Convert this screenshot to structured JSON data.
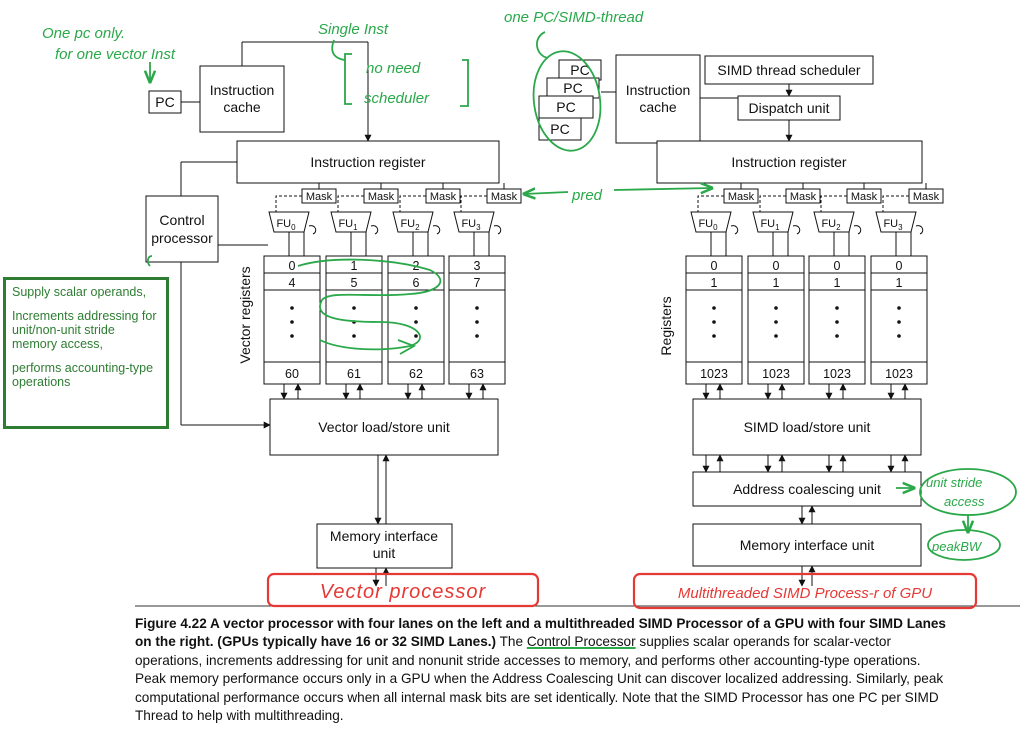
{
  "left": {
    "pc": "PC",
    "instruction_cache": [
      "Instruction",
      "cache"
    ],
    "instruction_register": "Instruction register",
    "control_processor": [
      "Control",
      "processor"
    ],
    "mask": "Mask",
    "fu": [
      "FU",
      "FU",
      "FU",
      "FU"
    ],
    "fu_sub": [
      "0",
      "1",
      "2",
      "3"
    ],
    "vector_registers_label": "Vector registers",
    "lanes": [
      {
        "r0": "0",
        "r1": "4",
        "last": "60"
      },
      {
        "r0": "1",
        "r1": "5",
        "last": "61"
      },
      {
        "r0": "2",
        "r1": "6",
        "last": "62"
      },
      {
        "r0": "3",
        "r1": "7",
        "last": "63"
      }
    ],
    "load_store_unit": "Vector load/store unit",
    "memory_interface_unit": [
      "Memory interface",
      "unit"
    ]
  },
  "right": {
    "pc_stack": [
      "PC",
      "PC",
      "PC",
      "PC"
    ],
    "instruction_cache": [
      "Instruction",
      "cache"
    ],
    "simd_thread_scheduler": "SIMD thread scheduler",
    "dispatch_unit": "Dispatch unit",
    "instruction_register": "Instruction register",
    "mask": "Mask",
    "fu": [
      "FU",
      "FU",
      "FU",
      "FU"
    ],
    "fu_sub": [
      "0",
      "1",
      "2",
      "3"
    ],
    "registers_label": "Registers",
    "lanes": [
      {
        "r0": "0",
        "r1": "1",
        "last": "1023"
      },
      {
        "r0": "0",
        "r1": "1",
        "last": "1023"
      },
      {
        "r0": "0",
        "r1": "1",
        "last": "1023"
      },
      {
        "r0": "0",
        "r1": "1",
        "last": "1023"
      }
    ],
    "load_store_unit": "SIMD load/store unit",
    "address_coalescing_unit": "Address coalescing unit",
    "memory_interface_unit": "Memory interface unit"
  },
  "handwritten": {
    "one_pc": [
      "One pc only.",
      "for one vector Inst"
    ],
    "single_inst": [
      "Single Inst",
      "no need",
      "scheduler"
    ],
    "one_pc_simd": "one PC/SIMD-thread",
    "pred": "pred",
    "unit_stride": [
      "unit stride",
      "access"
    ],
    "peak_bw": "peakBW",
    "vector_processor": "Vector processor",
    "multithreaded_simd": "Multithreaded SIMD Process-r of GPU"
  },
  "callout": [
    "Supply scalar operands,",
    "Increments addressing for unit/non-unit stride memory access,",
    "performs accounting-type operations"
  ],
  "caption": {
    "bold": "Figure 4.22  A vector processor with four lanes on the left and a multithreaded SIMD Processor of a GPU with four SIMD Lanes on the right. (GPUs typically have 16 or 32 SIMD Lanes.)",
    "the": " The ",
    "cp": "Control Processor",
    "rest": " supplies scalar operands for scalar-vector operations, increments addressing for unit and nonunit stride accesses to memory, and performs other accounting-type operations. Peak memory performance occurs only in a GPU when the Address Coalescing Unit can discover localized addressing. Similarly, peak computational performance occurs when all internal mask bits are set identically. Note that the SIMD Processor has one PC per SIMD Thread to help with multithreading."
  },
  "colors": {
    "annotation_green": "#2aa84a",
    "annotation_red": "#e53935",
    "callout_green": "#2e7d32"
  }
}
